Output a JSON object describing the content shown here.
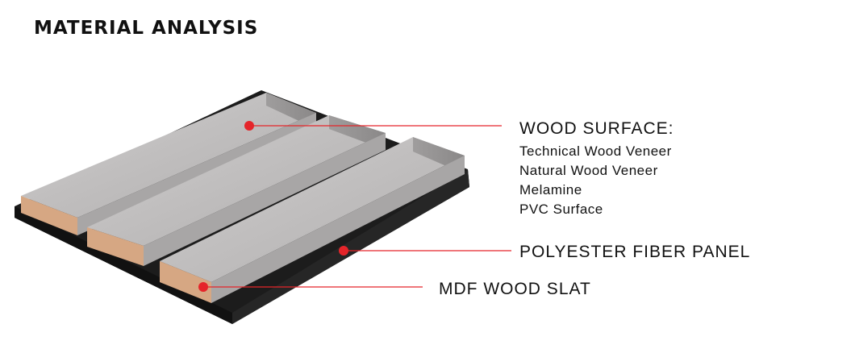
{
  "title": "MATERIAL ANALYSIS",
  "callouts": {
    "wood_surface": {
      "label": "WOOD SURFACE:",
      "options": [
        "Technical Wood Veneer",
        "Natural Wood Veneer",
        "Melamine",
        "PVC Surface"
      ]
    },
    "polyester": {
      "label": "POLYESTER FIBER PANEL"
    },
    "mdf": {
      "label": "MDF WOOD SLAT"
    }
  },
  "colors": {
    "marker": "#e5252a",
    "slat_top": "#b9b7b7",
    "slat_edge": "#d6a783",
    "panel": "#1c1c1c"
  }
}
